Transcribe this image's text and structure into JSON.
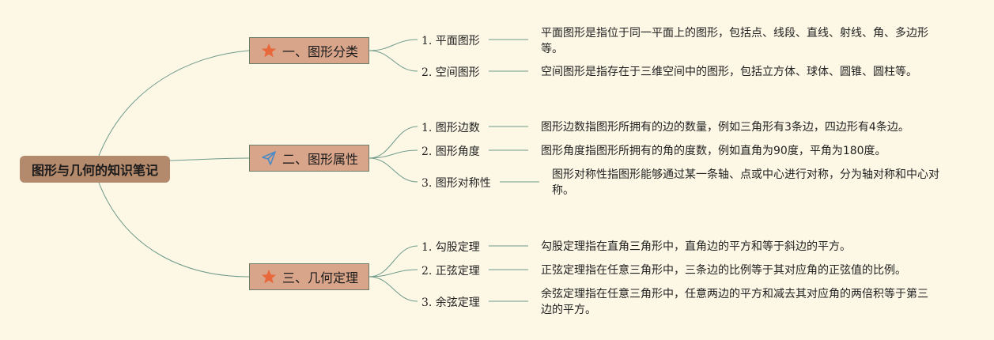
{
  "root": {
    "label": "图形与几何的知识笔记"
  },
  "branches": [
    {
      "label": "一、图形分类",
      "icon": "star-icon",
      "children": [
        {
          "label": "1. 平面图形",
          "desc": "平面图形是指位于同一平面上的图形，包括点、线段、直线、射线、角、多边形等。"
        },
        {
          "label": "2. 空间图形",
          "desc": "空间图形是指存在于三维空间中的图形，包括立方体、球体、圆锥、圆柱等。"
        }
      ]
    },
    {
      "label": "二、图形属性",
      "icon": "paper-plane-icon",
      "children": [
        {
          "label": "1. 图形边数",
          "desc": "图形边数指图形所拥有的边的数量，例如三角形有3条边，四边形有4条边。"
        },
        {
          "label": "2. 图形角度",
          "desc": "图形角度指图形所拥有的角的度数，例如直角为90度，平角为180度。"
        },
        {
          "label": "3. 图形对称性",
          "desc": "图形对称性指图形能够通过某一条轴、点或中心进行对称，分为轴对称和中心对称。"
        }
      ]
    },
    {
      "label": "三、几何定理",
      "icon": "star-icon",
      "children": [
        {
          "label": "1. 勾股定理",
          "desc": "勾股定理指在直角三角形中，直角边的平方和等于斜边的平方。"
        },
        {
          "label": "2. 正弦定理",
          "desc": "正弦定理指在任意三角形中，三条边的比例等于其对应角的正弦值的比例。"
        },
        {
          "label": "3. 余弦定理",
          "desc": "余弦定理指在任意三角形中，任意两边的平方和减去其对应角的两倍积等于第三边的平方。"
        }
      ]
    }
  ],
  "colors": {
    "background": "#fdf8e6",
    "root": "#b48a6d",
    "branch": "#d8a58a",
    "line": "#6f9a8a",
    "star": "#e8683c",
    "plane": "#4a8ac6"
  }
}
